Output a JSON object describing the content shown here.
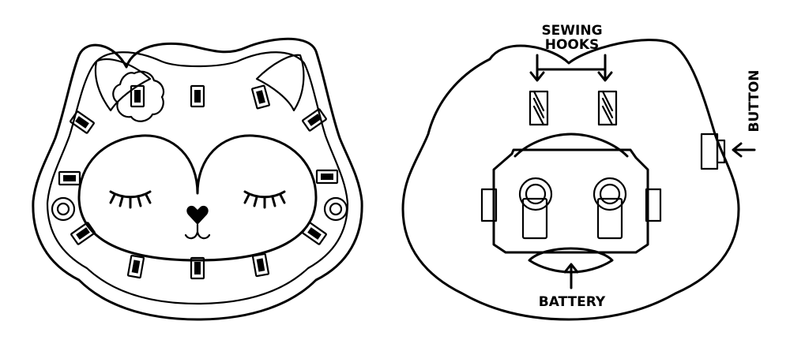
{
  "labels": {
    "sewing_hooks_line1": "SEWING",
    "sewing_hooks_line2": "HOOKS",
    "button": "BUTTON",
    "battery": "BATTERY"
  }
}
